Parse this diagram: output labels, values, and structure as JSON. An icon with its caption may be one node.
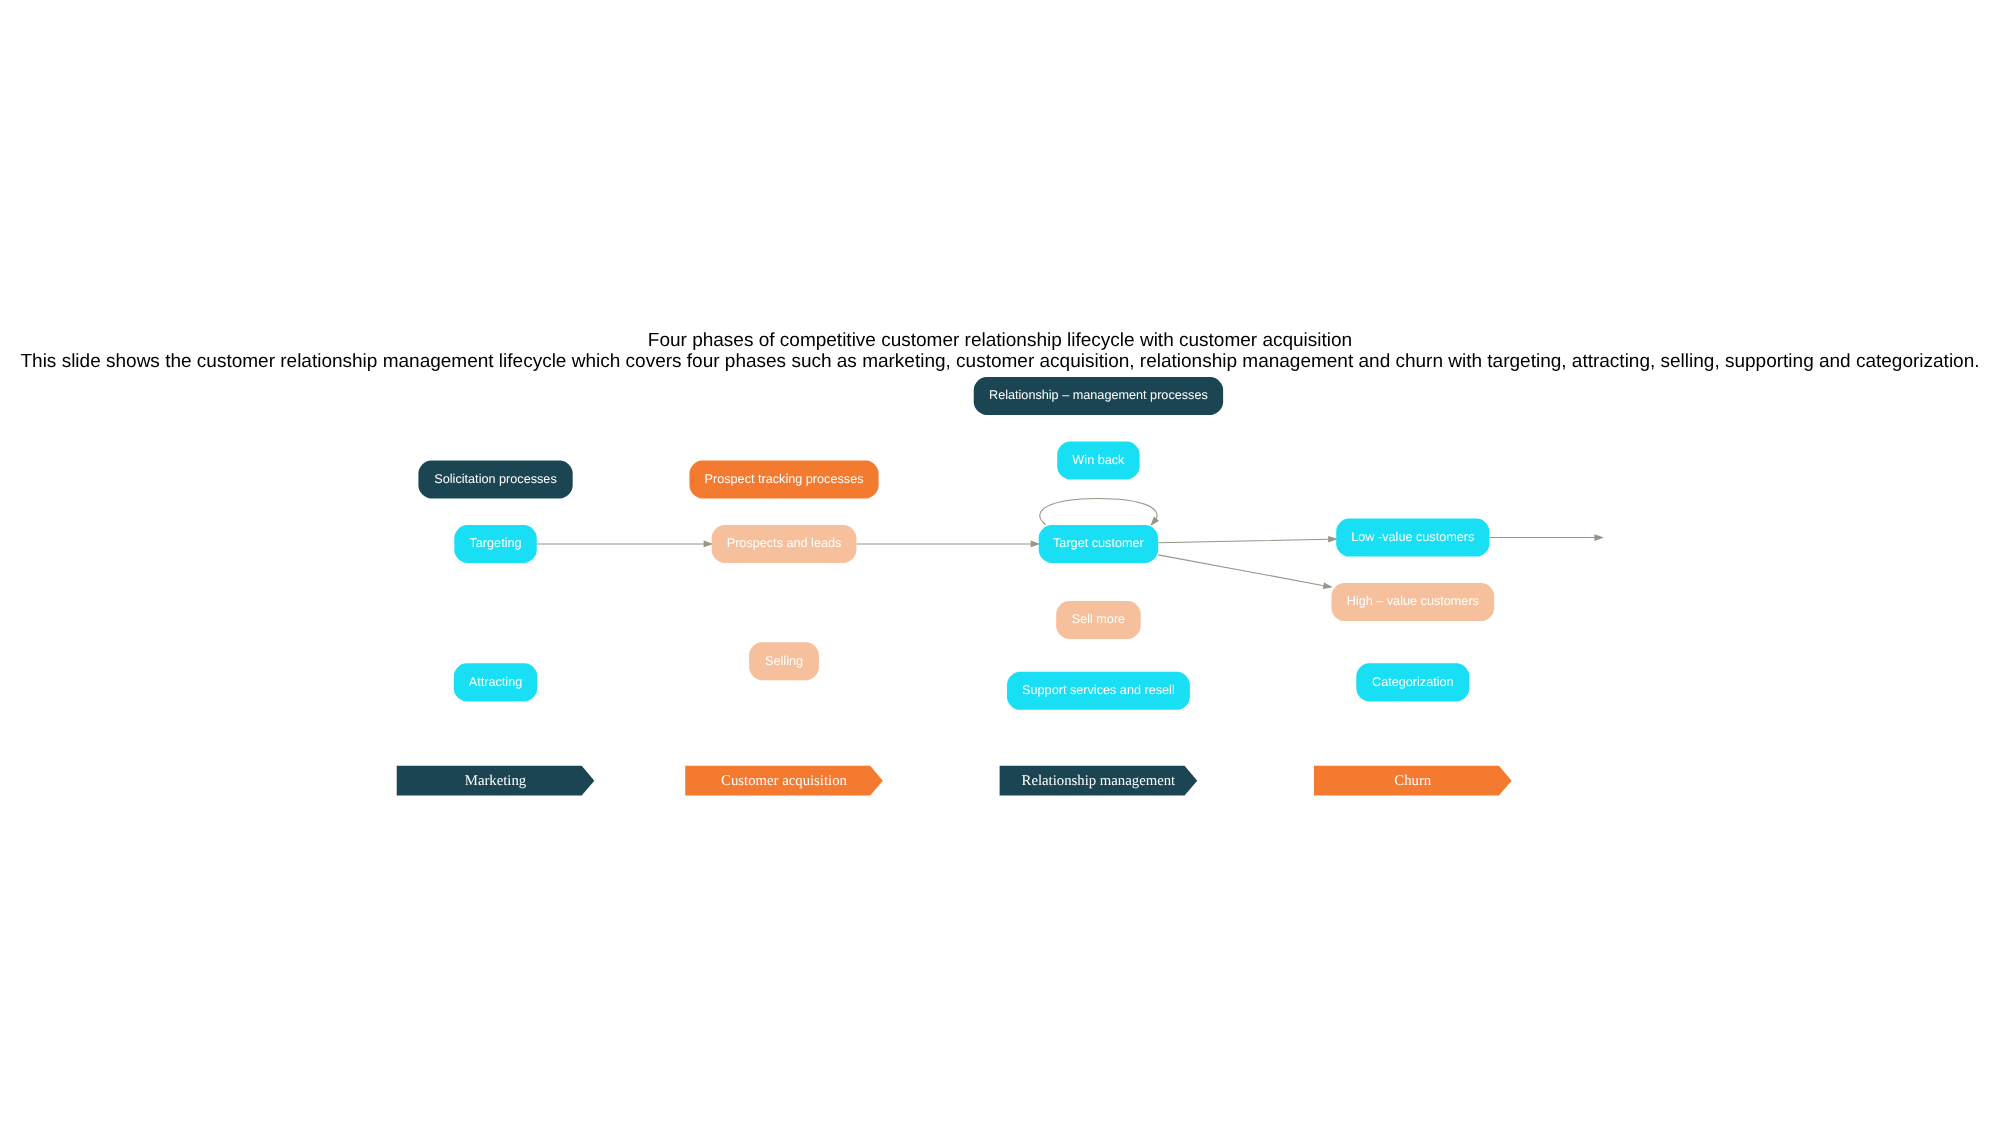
{
  "diagram": {
    "title": "Four phases of competitive customer relationship lifecycle with customer acquisition",
    "caption": "This slide shows the customer relationship management lifecycle which covers four phases such as marketing, customer acquisition, relationship management and churn with targeting, attracting, selling, supporting and categorization.",
    "nodes": [
      {
        "text": [
          "Marketing"
        ]
      },
      {
        "text": [
          "Customer acquisition"
        ]
      },
      {
        "text": [
          "Relationship management"
        ]
      },
      {
        "text": [
          "Churn"
        ]
      },
      {
        "text": [
          "Attracting"
        ]
      },
      {
        "text": [
          "Selling"
        ]
      },
      {
        "text": [
          "Support services and resell"
        ]
      },
      {
        "text": [
          "Categorization"
        ]
      },
      {
        "text": [
          "Sell more"
        ]
      },
      {
        "text": [
          "Low -value customers"
        ]
      },
      {
        "text": [
          "Targeting"
        ]
      },
      {
        "text": [
          "Prospects and leads"
        ]
      },
      {
        "text": [
          "Target customer"
        ]
      },
      {
        "text": [
          "High – value customers"
        ]
      },
      {
        "text": [
          "Win back"
        ]
      },
      {
        "text": [
          "Solicitation processes"
        ]
      },
      {
        "text": [
          "Prospect tracking processes"
        ]
      },
      {
        "text": [
          "Relationship – management processes"
        ]
      }
    ],
    "edges": [
      {
        "from": 10,
        "to": 11,
        "arrow": "to"
      },
      {
        "from": 11,
        "to": 12,
        "arrow": "to"
      },
      {
        "from": 12,
        "to": 12,
        "arrow": "to"
      },
      {
        "from": 12,
        "to": 9,
        "arrow": "to"
      },
      {
        "from": 12,
        "to": 13,
        "arrow": "to"
      },
      {
        "from": 9,
        "to": null,
        "arrow": "to"
      }
    ]
  }
}
